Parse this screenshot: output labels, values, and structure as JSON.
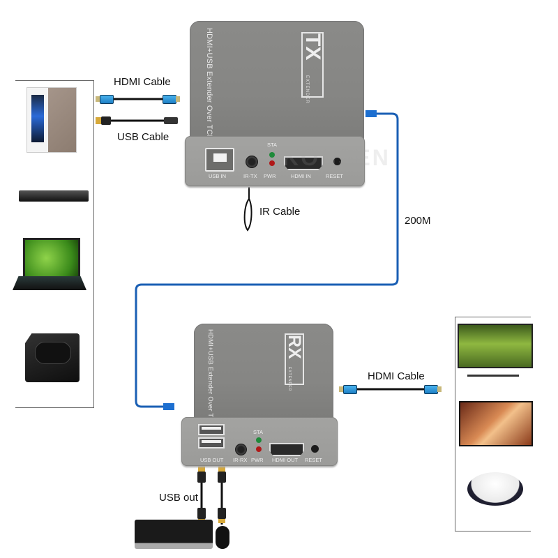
{
  "diagram": {
    "title": "HDMI + USB Extender Over TCP/IP connection diagram",
    "cable_labels": {
      "tx_hdmi": "HDMI Cable",
      "tx_usb": "USB Cable",
      "ir": "IR Cable",
      "network_distance": "200M",
      "rx_hdmi": "HDMI Cable",
      "usb_out": "USB out"
    },
    "watermark": "KONSEN",
    "tx_unit": {
      "logo": "TX",
      "logo_sub": "EXTENDER",
      "side_text": "HDMI+USB Extender Over TCP/IP",
      "led_top_label": "STA",
      "ports": [
        "USB IN",
        "IR-TX",
        "PWR",
        "HDMI IN",
        "RESET"
      ]
    },
    "rx_unit": {
      "logo": "RX",
      "logo_sub": "EXTENDER",
      "side_text": "HDMI+USB Extender Over TCP/IP",
      "led_top_label": "STA",
      "ports": [
        "USB OUT",
        "IR-RX",
        "PWR",
        "HDMI OUT",
        "RESET"
      ]
    },
    "sources": [
      "desktop-pc",
      "dvd-player",
      "laptop",
      "game-console"
    ],
    "displays": [
      "monitor",
      "television",
      "projector"
    ],
    "peripherals": [
      "keyboard",
      "mouse"
    ],
    "colors": {
      "network_cable": "#1a5fb4",
      "device_body": "#878785",
      "hdmi_connector": "#2b9be0",
      "led_sta": "#1f8a3a",
      "led_pwr": "#b01818"
    }
  }
}
